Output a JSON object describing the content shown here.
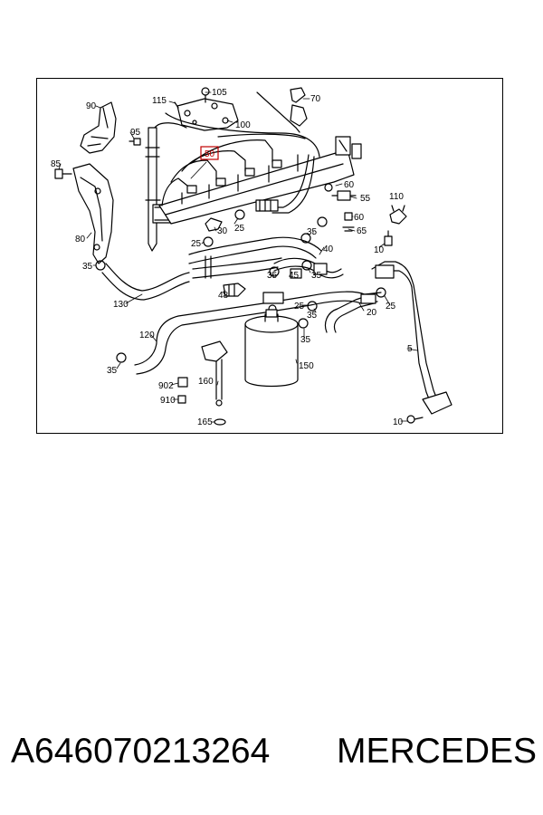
{
  "diagram": {
    "callouts": [
      {
        "id": "c115",
        "text": "115"
      },
      {
        "id": "c105",
        "text": "105"
      },
      {
        "id": "c70",
        "text": "70"
      },
      {
        "id": "c90",
        "text": "90"
      },
      {
        "id": "c100",
        "text": "100"
      },
      {
        "id": "c95",
        "text": "95"
      },
      {
        "id": "c50",
        "text": "50",
        "highlight": true
      },
      {
        "id": "c85",
        "text": "85"
      },
      {
        "id": "c60a",
        "text": "60"
      },
      {
        "id": "c55",
        "text": "55"
      },
      {
        "id": "c110",
        "text": "110"
      },
      {
        "id": "c60b",
        "text": "60"
      },
      {
        "id": "c65",
        "text": "65"
      },
      {
        "id": "c30",
        "text": "30"
      },
      {
        "id": "c25a",
        "text": "25"
      },
      {
        "id": "c25b",
        "text": "25"
      },
      {
        "id": "c80",
        "text": "80"
      },
      {
        "id": "c35a",
        "text": "35"
      },
      {
        "id": "c40",
        "text": "40"
      },
      {
        "id": "c10a",
        "text": "10"
      },
      {
        "id": "c35b",
        "text": "35"
      },
      {
        "id": "c35c",
        "text": "35"
      },
      {
        "id": "c45",
        "text": "45"
      },
      {
        "id": "c35d",
        "text": "35"
      },
      {
        "id": "c48",
        "text": "48"
      },
      {
        "id": "c130",
        "text": "130"
      },
      {
        "id": "c25c",
        "text": "25"
      },
      {
        "id": "c20",
        "text": "20"
      },
      {
        "id": "c25d",
        "text": "25"
      },
      {
        "id": "c35e",
        "text": "35"
      },
      {
        "id": "c120",
        "text": "120"
      },
      {
        "id": "c5",
        "text": "5"
      },
      {
        "id": "c150",
        "text": "150"
      },
      {
        "id": "c35f",
        "text": "35"
      },
      {
        "id": "c902",
        "text": "902"
      },
      {
        "id": "c160",
        "text": "160"
      },
      {
        "id": "c910",
        "text": "910"
      },
      {
        "id": "c10b",
        "text": "10"
      },
      {
        "id": "c165",
        "text": "165"
      }
    ],
    "highlight_color": "#c00000"
  },
  "footer": {
    "part_number": "A646070213264",
    "brand": "MERCEDES"
  }
}
